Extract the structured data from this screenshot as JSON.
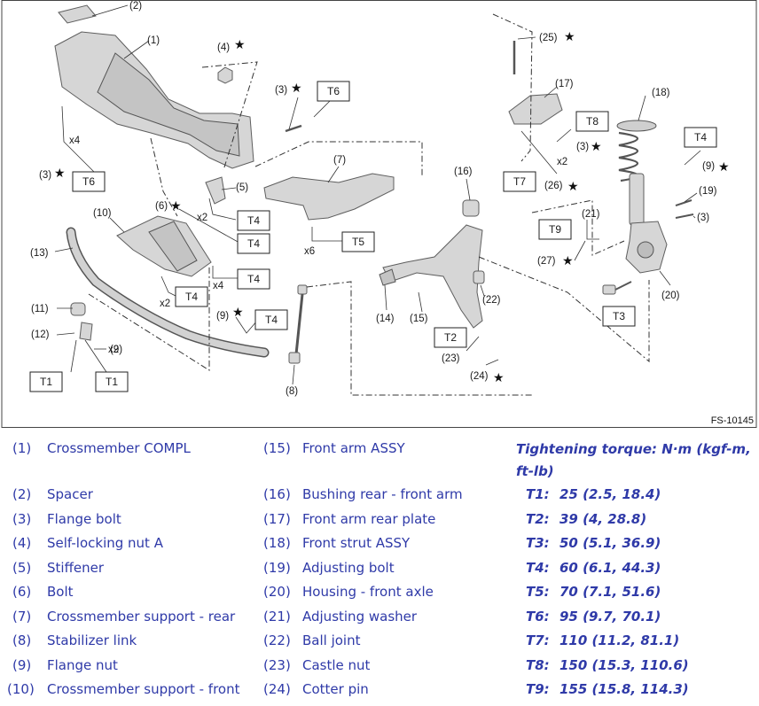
{
  "figure": {
    "code": "FS-10145",
    "callouts": [
      {
        "text": "(1)"
      },
      {
        "text": "(2)"
      },
      {
        "text": "(3)"
      },
      {
        "text": "(3)"
      },
      {
        "text": "(3)"
      },
      {
        "text": "(3)"
      },
      {
        "text": "(4)"
      },
      {
        "text": "(5)"
      },
      {
        "text": "(6)"
      },
      {
        "text": "(7)"
      },
      {
        "text": "(8)"
      },
      {
        "text": "(9)"
      },
      {
        "text": "(9)"
      },
      {
        "text": "(9)"
      },
      {
        "text": "(10)"
      },
      {
        "text": "(11)"
      },
      {
        "text": "(12)"
      },
      {
        "text": "(13)"
      },
      {
        "text": "(14)"
      },
      {
        "text": "(15)"
      },
      {
        "text": "(16)"
      },
      {
        "text": "(17)"
      },
      {
        "text": "(18)"
      },
      {
        "text": "(19)"
      },
      {
        "text": "(20)"
      },
      {
        "text": "(21)"
      },
      {
        "text": "(22)"
      },
      {
        "text": "(23)"
      },
      {
        "text": "(24)"
      },
      {
        "text": "(25)"
      },
      {
        "text": "(26)"
      },
      {
        "text": "(27)"
      }
    ],
    "multipliers": [
      "x4",
      "x2",
      "x2",
      "x4",
      "x2",
      "x6",
      "x2"
    ],
    "torque_boxes": [
      "T6",
      "T6",
      "T4",
      "T4",
      "T4",
      "T4",
      "T4",
      "T4",
      "T5",
      "T1",
      "T1",
      "T2",
      "T3",
      "T7",
      "T8",
      "T9"
    ],
    "star": "★"
  },
  "parts": [
    {
      "num": "(1)",
      "name": "Crossmember COMPL"
    },
    {
      "num": "(2)",
      "name": "Spacer"
    },
    {
      "num": "(3)",
      "name": "Flange bolt"
    },
    {
      "num": "(4)",
      "name": "Self-locking nut A"
    },
    {
      "num": "(5)",
      "name": "Stiffener"
    },
    {
      "num": "(6)",
      "name": "Bolt"
    },
    {
      "num": "(7)",
      "name": "Crossmember support - rear"
    },
    {
      "num": "(8)",
      "name": "Stabilizer link"
    },
    {
      "num": "(9)",
      "name": "Flange nut"
    },
    {
      "num": "(10)",
      "name": "Crossmember support - front"
    },
    {
      "num": "(15)",
      "name": "Front arm ASSY"
    },
    {
      "num": "(16)",
      "name": "Bushing rear - front arm"
    },
    {
      "num": "(17)",
      "name": "Front arm rear plate"
    },
    {
      "num": "(18)",
      "name": "Front strut ASSY"
    },
    {
      "num": "(19)",
      "name": "Adjusting bolt"
    },
    {
      "num": "(20)",
      "name": "Housing - front axle"
    },
    {
      "num": "(21)",
      "name": "Adjusting washer"
    },
    {
      "num": "(22)",
      "name": "Ball joint"
    },
    {
      "num": "(23)",
      "name": "Castle nut"
    },
    {
      "num": "(24)",
      "name": "Cotter pin"
    }
  ],
  "torque": {
    "title": "Tightening torque: N·m (kgf-m, ft-lb)",
    "values": [
      {
        "key": "T1:",
        "value": "25 (2.5, 18.4)"
      },
      {
        "key": "T2:",
        "value": "39 (4, 28.8)"
      },
      {
        "key": "T3:",
        "value": "50 (5.1, 36.9)"
      },
      {
        "key": "T4:",
        "value": "60 (6.1, 44.3)"
      },
      {
        "key": "T5:",
        "value": "70 (7.1, 51.6)"
      },
      {
        "key": "T6:",
        "value": "95 (9.7, 70.1)"
      },
      {
        "key": "T7:",
        "value": "110 (11.2, 81.1)"
      },
      {
        "key": "T8:",
        "value": "150 (15.3, 110.6)"
      },
      {
        "key": "T9:",
        "value": "155 (15.8, 114.3)"
      }
    ]
  }
}
